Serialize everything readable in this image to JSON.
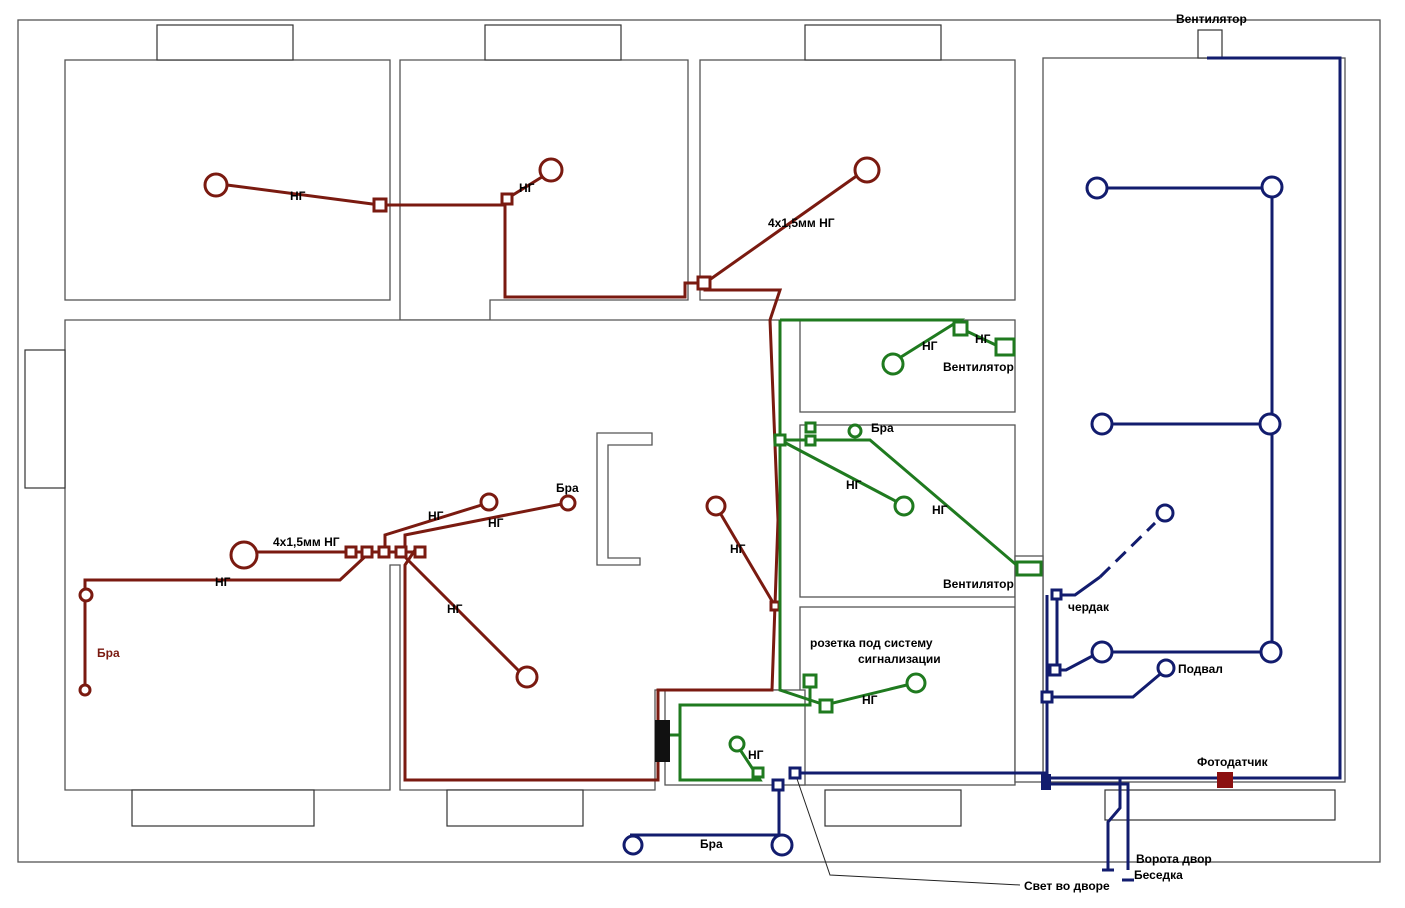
{
  "colors": {
    "lighting_circuit_1": "#7a1a10",
    "lighting_circuit_2": "#1f7a1f",
    "lighting_circuit_3": "#121c6e",
    "photo_sensor": "#8b1010"
  },
  "labels": {
    "ng": "НГ",
    "cable_4x15": "4х1,5мм НГ",
    "bra": "Бра",
    "ventilator": "Вентилятор",
    "cherdak": "чердак",
    "podval": "Подвал",
    "fotodatchik": "Фотодатчик",
    "rozetka_1": "розетка под систему",
    "rozetka_2": "сигнализации",
    "vorota": "Ворота двор",
    "besedka": "Беседка",
    "svet_dvor": "Свет во дворе"
  }
}
